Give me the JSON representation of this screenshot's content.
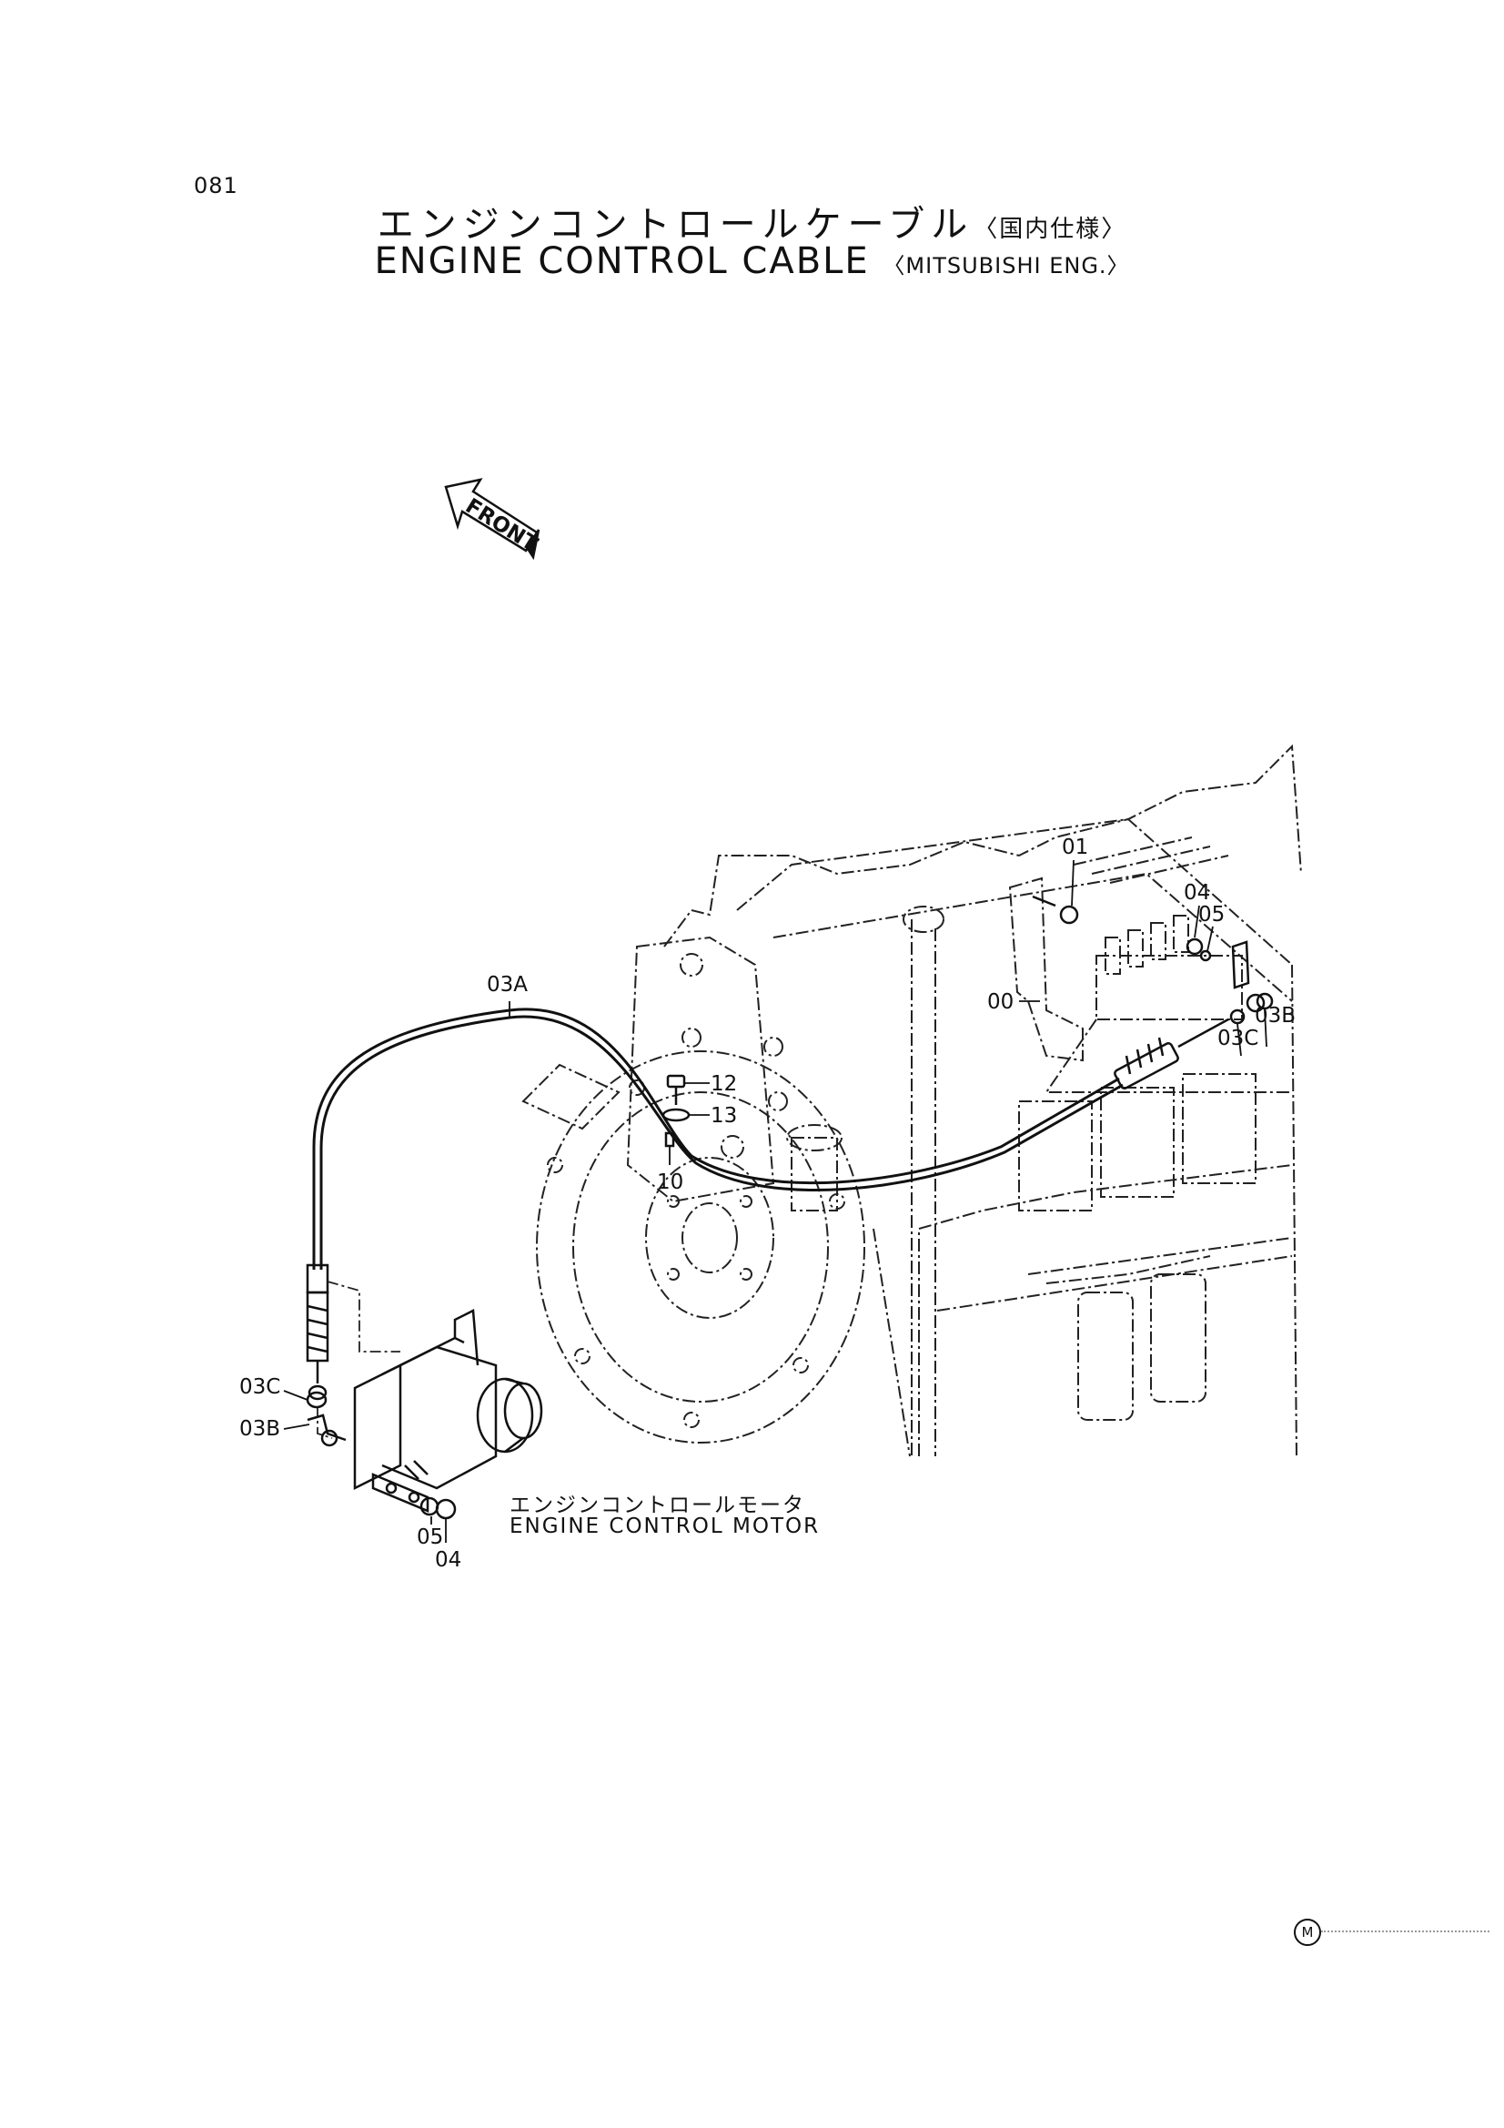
{
  "page": {
    "number": "081"
  },
  "title": {
    "jp_main": "エンジンコントロールケーブル",
    "jp_sub": "〈国内仕様〉",
    "en_main": "ENGINE  CONTROL  CABLE",
    "en_sub": "〈MITSUBISHI ENG.〉"
  },
  "front_arrow": {
    "label": "FRONT"
  },
  "callouts": {
    "c01": "01",
    "c04_top": "04",
    "c05_top": "05",
    "c00": "00",
    "c03B_top": "03B",
    "c03C_top": "03C",
    "c03A": "03A",
    "c12": "12",
    "c13": "13",
    "c10": "10",
    "c03C_left": "03C",
    "c03B_left": "03B",
    "c05_bottom": "05",
    "c04_bottom": "04"
  },
  "motor_label": {
    "jp": "エンジンコントロールモータ",
    "en": "ENGINE CONTROL MOTOR"
  },
  "footer": {
    "mark": "M"
  }
}
